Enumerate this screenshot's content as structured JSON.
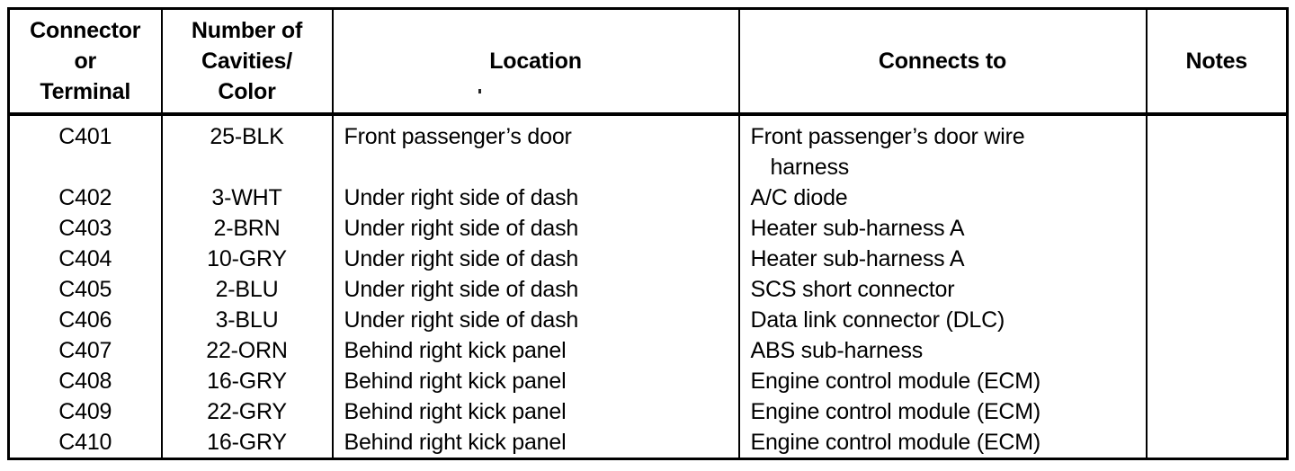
{
  "table": {
    "columns": [
      {
        "key": "terminal",
        "header": "Connector\nor\nTerminal"
      },
      {
        "key": "cavities",
        "header": "Number of\nCavities/\nColor"
      },
      {
        "key": "location",
        "header": "Location"
      },
      {
        "key": "connects",
        "header": "Connects to"
      },
      {
        "key": "notes",
        "header": "Notes"
      }
    ],
    "rows": [
      {
        "terminal": "C401",
        "cavities": "25-BLK",
        "location": "Front passenger’s door",
        "connects_line1": "Front passenger’s door wire",
        "connects_line2": "harness",
        "notes": ""
      },
      {
        "terminal": "C402",
        "cavities": "3-WHT",
        "location": "Under right side of dash",
        "connects_line1": "A/C diode",
        "connects_line2": "",
        "notes": ""
      },
      {
        "terminal": "C403",
        "cavities": "2-BRN",
        "location": "Under right side of dash",
        "connects_line1": "Heater sub-harness A",
        "connects_line2": "",
        "notes": ""
      },
      {
        "terminal": "C404",
        "cavities": "10-GRY",
        "location": "Under right side of dash",
        "connects_line1": "Heater sub-harness A",
        "connects_line2": "",
        "notes": ""
      },
      {
        "terminal": "C405",
        "cavities": "2-BLU",
        "location": "Under right side of dash",
        "connects_line1": "SCS short connector",
        "connects_line2": "",
        "notes": ""
      },
      {
        "terminal": "C406",
        "cavities": "3-BLU",
        "location": "Under right side of dash",
        "connects_line1": "Data link connector (DLC)",
        "connects_line2": "",
        "notes": ""
      },
      {
        "terminal": "C407",
        "cavities": "22-ORN",
        "location": "Behind right kick panel",
        "connects_line1": "ABS sub-harness",
        "connects_line2": "",
        "notes": ""
      },
      {
        "terminal": "C408",
        "cavities": "16-GRY",
        "location": "Behind right kick panel",
        "connects_line1": "Engine control module (ECM)",
        "connects_line2": "",
        "notes": ""
      },
      {
        "terminal": "C409",
        "cavities": "22-GRY",
        "location": "Behind right kick panel",
        "connects_line1": "Engine control module (ECM)",
        "connects_line2": "",
        "notes": ""
      },
      {
        "terminal": "C410",
        "cavities": "16-GRY",
        "location": "Behind right kick panel",
        "connects_line1": "Engine control module (ECM)",
        "connects_line2": "",
        "notes": ""
      }
    ]
  },
  "colors": {
    "ink": "#000000",
    "paper": "#ffffff"
  }
}
